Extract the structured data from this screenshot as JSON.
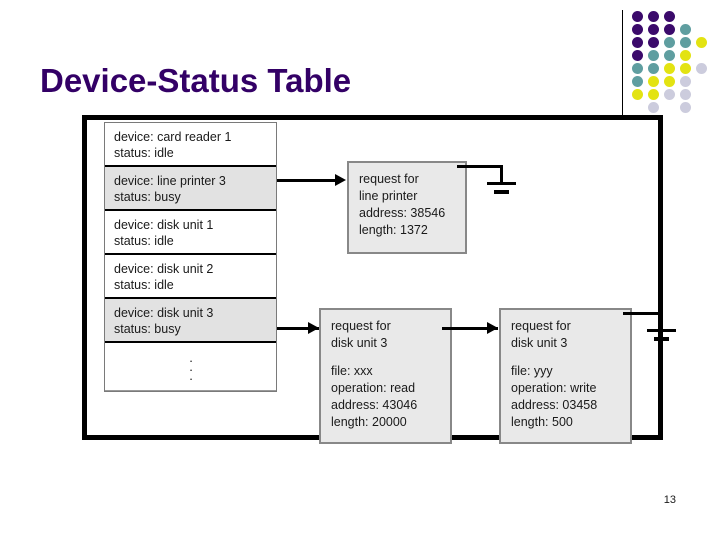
{
  "slide": {
    "title": "Device-Status Table",
    "page_number": "13",
    "title_color": "#330066"
  },
  "logo": {
    "name": "dot-grid-logo",
    "colors": {
      "purple": "#3b0a6b",
      "teal": "#5f9ea0",
      "yellow": "#e3e312",
      "lavender": "#ccccdd"
    },
    "grid": [
      [
        "purple",
        "purple",
        "purple",
        "",
        ""
      ],
      [
        "purple",
        "purple",
        "purple",
        "teal",
        ""
      ],
      [
        "purple",
        "purple",
        "teal",
        "teal",
        "yellow"
      ],
      [
        "purple",
        "teal",
        "teal",
        "yellow",
        ""
      ],
      [
        "teal",
        "teal",
        "yellow",
        "yellow",
        "lavender"
      ],
      [
        "teal",
        "yellow",
        "yellow",
        "lavender",
        ""
      ],
      [
        "yellow",
        "yellow",
        "lavender",
        "lavender",
        ""
      ],
      [
        "",
        "lavender",
        "",
        "lavender",
        ""
      ]
    ]
  },
  "device_table": {
    "name": "device-status-table",
    "rows": [
      {
        "device": "device: card reader 1",
        "status": "status: idle",
        "shaded": false
      },
      {
        "device": "device: line printer 3",
        "status": "status: busy",
        "shaded": true
      },
      {
        "device": "device: disk unit 1",
        "status": "status: idle",
        "shaded": false
      },
      {
        "device": "device: disk unit 2",
        "status": "status: idle",
        "shaded": false
      },
      {
        "device": "device: disk unit 3",
        "status": "status: busy",
        "shaded": true
      }
    ],
    "continuation": "⋮"
  },
  "requests": {
    "line_printer": {
      "title_line1": "request for",
      "title_line2": "line printer",
      "address": "address: 38546",
      "length": "length: 1372"
    },
    "disk_unit_3_a": {
      "title_line1": "request for",
      "title_line2": "disk unit 3",
      "file": "file: xxx",
      "operation": "operation: read",
      "address": "address: 43046",
      "length": "length: 20000"
    },
    "disk_unit_3_b": {
      "title_line1": "request for",
      "title_line2": "disk unit 3",
      "file": "file: yyy",
      "operation": "operation: write",
      "address": "address: 03458",
      "length": "length: 500"
    }
  }
}
